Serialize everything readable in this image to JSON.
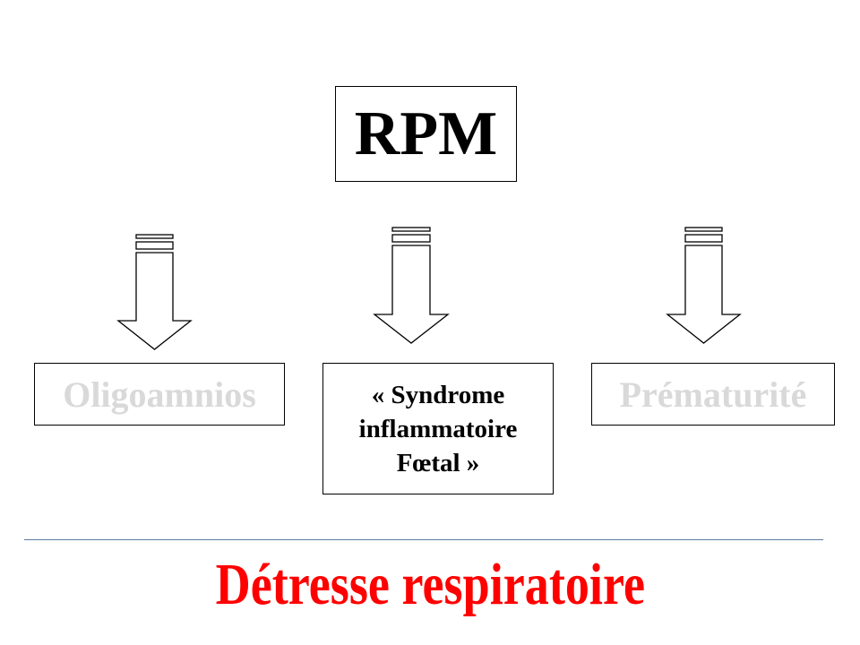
{
  "title": "RPM",
  "consequences": [
    {
      "label": "Oligoamnios"
    },
    {
      "label_lines": [
        "« Syndrome",
        "inflammatoire",
        "Fœtal »"
      ]
    },
    {
      "label": "Prématurité"
    }
  ],
  "result": "Détresse respiratoire",
  "colors": {
    "result": "#ff0000",
    "inactive_text": "#d9d9d9",
    "divider": "#5a7aa0"
  }
}
